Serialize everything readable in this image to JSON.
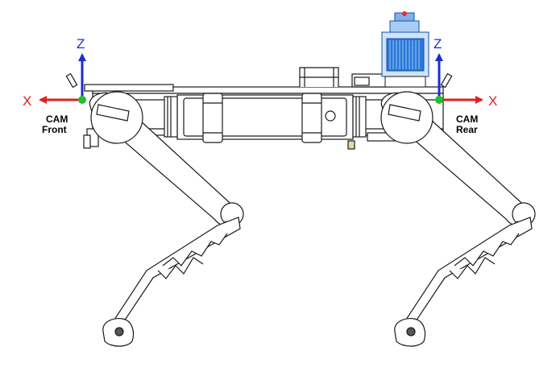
{
  "axes": {
    "x_label": "X",
    "z_label": "Z",
    "x_color": "#e02020",
    "z_color": "#1a2fd0",
    "origin_color": "#22c02a"
  },
  "cameras": {
    "front": {
      "line1": "CAM",
      "line2": "Front"
    },
    "rear": {
      "line1": "CAM",
      "line2": "Rear"
    }
  },
  "colors": {
    "outline": "#1a1a1a",
    "module_blue": "#2a78d8",
    "accent_orange": "#c8822a"
  },
  "icons": {
    "robot": "quadruped-robot-side-view",
    "payload": "blue-payload-module"
  }
}
